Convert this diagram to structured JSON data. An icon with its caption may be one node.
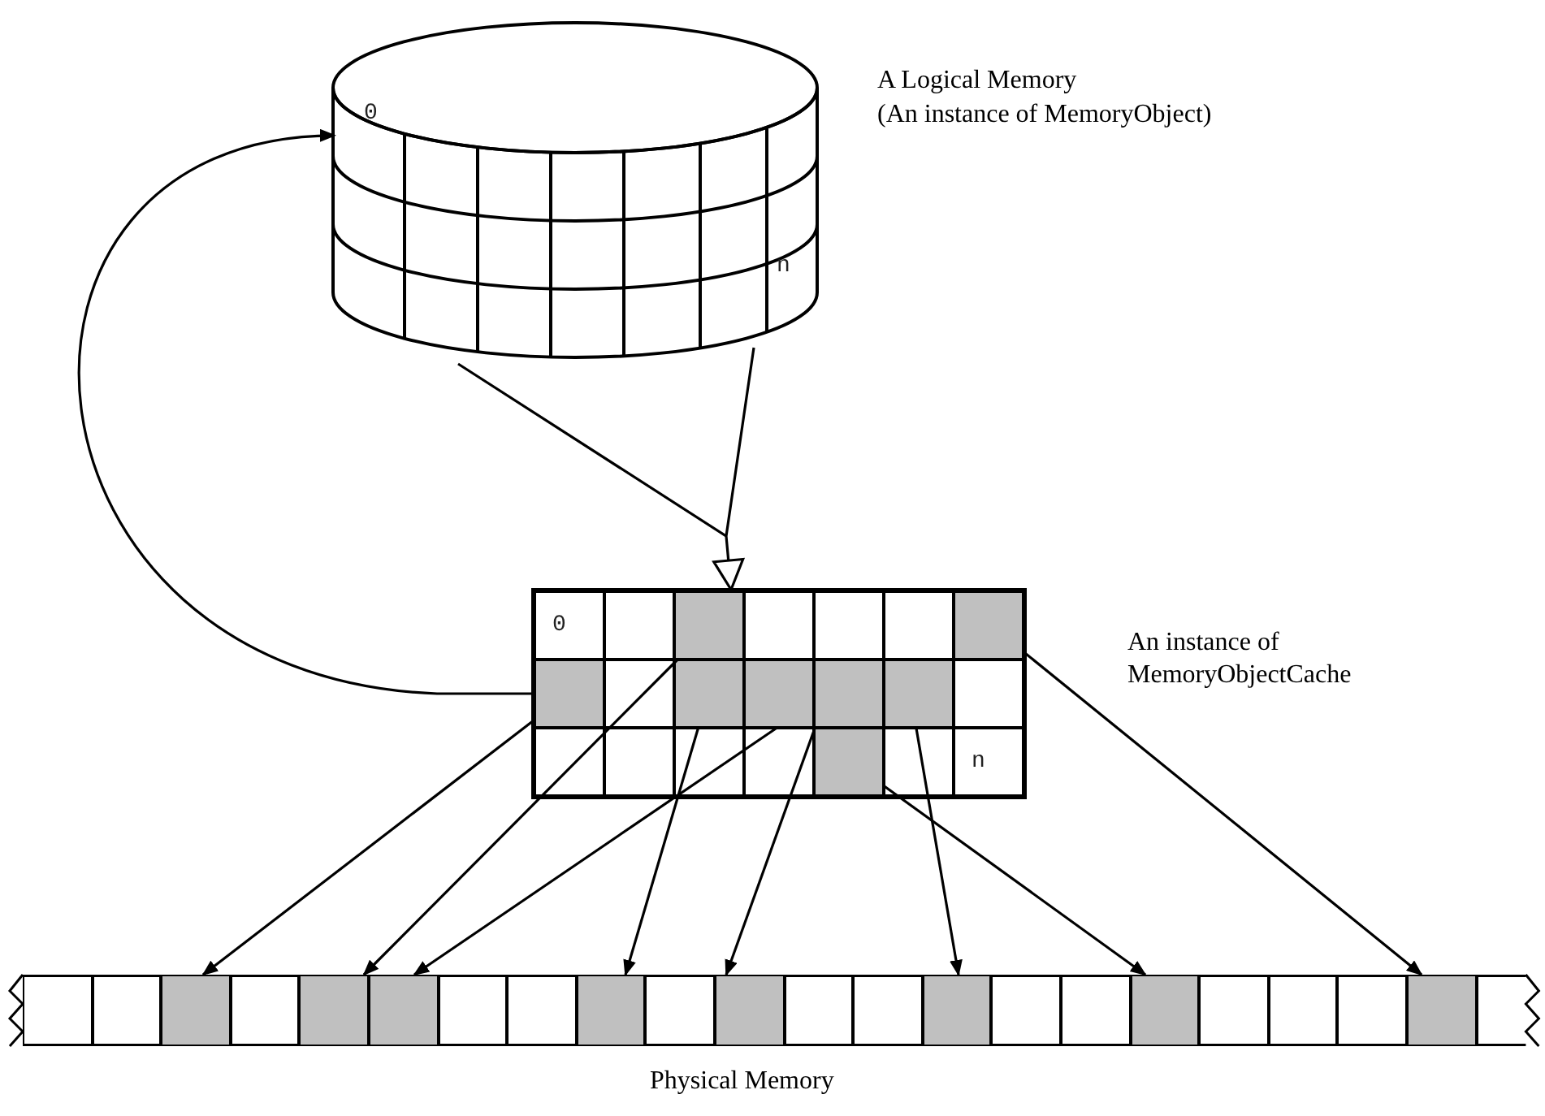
{
  "diagram": {
    "nodes": [
      {
        "text": [],
        "shape": "cylinder",
        "beside": [
          "A Logical Memory",
          "(An instance of MemoryObject)"
        ]
      },
      {
        "text": [
          "0"
        ],
        "in": 0
      },
      {
        "text": [
          "n"
        ],
        "in": 0
      },
      {
        "text": [],
        "shape": "box",
        "beside": [
          "An instance of MemoryObjectCache"
        ]
      },
      {
        "text": [
          "0"
        ],
        "in": 3
      },
      {
        "text": [
          "n"
        ],
        "in": 3
      },
      {
        "text": [],
        "shape": "box",
        "in": 3
      },
      {
        "text": [],
        "shape": "box",
        "in": 3
      },
      {
        "text": [],
        "shape": "box",
        "in": 3
      },
      {
        "text": [],
        "shape": "box",
        "in": 3
      },
      {
        "text": [],
        "shape": "box",
        "in": 3
      },
      {
        "text": [],
        "shape": "box",
        "in": 3
      },
      {
        "text": [],
        "shape": "box",
        "in": 3
      },
      {
        "text": [],
        "shape": "box",
        "in": 3
      },
      {
        "text": [],
        "shape": "bar",
        "beside": [
          "Physical Memory"
        ]
      },
      {
        "text": [],
        "shape": "box",
        "in": 14
      },
      {
        "text": [],
        "shape": "box",
        "in": 14
      },
      {
        "text": [],
        "shape": "box",
        "in": 14
      },
      {
        "text": [],
        "shape": "box",
        "in": 14
      },
      {
        "text": [],
        "shape": "box",
        "in": 14
      },
      {
        "text": [],
        "shape": "box",
        "in": 14
      },
      {
        "text": [],
        "shape": "box",
        "in": 14
      },
      {
        "text": [],
        "shape": "box",
        "in": 14
      }
    ],
    "edges": [
      {
        "from": 8,
        "to": 1,
        "arrow": "to"
      },
      {
        "from": 0,
        "to": 3,
        "arrow": "to"
      },
      {
        "from": 8,
        "to": 15,
        "arrow": "to"
      },
      {
        "from": 6,
        "to": 16,
        "arrow": "to"
      },
      {
        "from": 10,
        "to": 17,
        "arrow": "to"
      },
      {
        "from": 9,
        "to": 18,
        "arrow": "to"
      },
      {
        "from": 11,
        "to": 19,
        "arrow": "to"
      },
      {
        "from": 12,
        "to": 20,
        "arrow": "to"
      },
      {
        "from": 13,
        "to": 21,
        "arrow": "to"
      },
      {
        "from": 7,
        "to": 22,
        "arrow": "to"
      }
    ]
  }
}
